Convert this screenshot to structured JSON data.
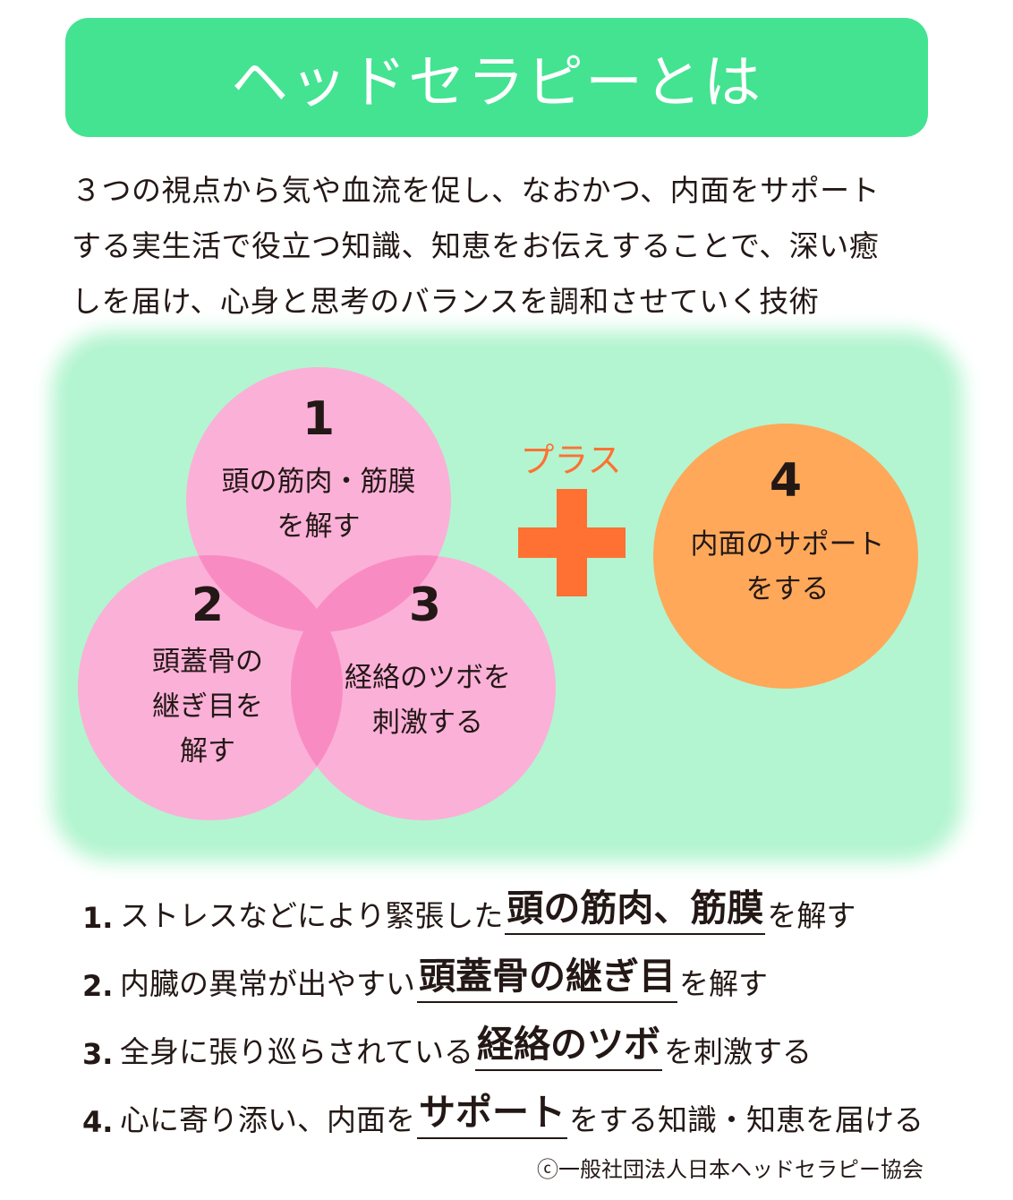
{
  "title": "ヘッドセラピーとは",
  "intro_lines": [
    "３つの視点から気や血流を促し、なおかつ、内面をサポート",
    "する実生活で役立つ知識、知恵をお伝えすることで、深い癒",
    "しを届け、心身と思考のバランスを調和させていく技術"
  ],
  "diagram": {
    "circle1": {
      "number": "1",
      "line1": "頭の筋肉・筋膜",
      "line2": "を解す"
    },
    "circle2": {
      "number": "2",
      "line1": "頭蓋骨の",
      "line2": "継ぎ目を",
      "line3": "解す"
    },
    "circle3": {
      "number": "3",
      "line1": "経絡のツボを",
      "line2": "刺激する"
    },
    "plus_label": "プラス",
    "circle4": {
      "number": "4",
      "line1": "内面のサポート",
      "line2": "をする"
    },
    "colors": {
      "panel": "#b3f5d0",
      "pink_circle": "#fbb0d8",
      "overlap": "#f98bc3",
      "plus": "#ff7132",
      "orange_circle": "#ffa85a"
    }
  },
  "list": [
    {
      "num": "1.",
      "before": "ストレスなどにより緊張した",
      "highlight": "頭の筋肉、筋膜",
      "after": "を解す"
    },
    {
      "num": "2.",
      "before": "内臓の異常が出やすい",
      "highlight": "頭蓋骨の継ぎ目",
      "after": "を解す"
    },
    {
      "num": "3.",
      "before": "全身に張り巡らされている",
      "highlight": "経絡のツボ",
      "after": "を刺激する"
    },
    {
      "num": "4.",
      "before": "心に寄り添い、内面を",
      "highlight": "サポート",
      "after": "をする知識・知恵を届ける"
    }
  ],
  "copyright": "ⓒ一般社団法人日本ヘッドセラピー協会"
}
